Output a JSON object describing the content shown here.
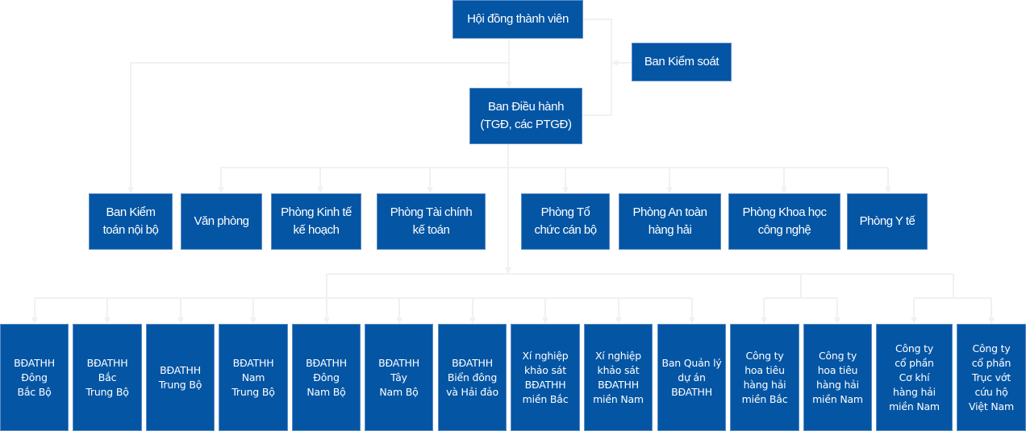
{
  "diagram": {
    "type": "org-chart",
    "colors": {
      "box_fill": "#0455a4",
      "box_text": "#ffffff",
      "connector": "#f0f1f2",
      "background": "#ffffff"
    },
    "top": {
      "board": "Hội đồng thành viên",
      "supervisory": "Ban Kiểm soát",
      "executive": "Ban Điều hành\n(TGĐ, các PTGĐ)"
    },
    "departments": [
      "Ban Kiểm\ntoán nội bộ",
      "Văn phòng",
      "Phòng Kinh tế\nkế hoạch",
      "Phòng Tài chính\nkế toán",
      "Phòng  Tổ\nchức cán bộ",
      "Phòng An toàn\nhàng hải",
      "Phòng Khoa học\ncông nghệ",
      "Phòng Y tế"
    ],
    "units": [
      "BĐATHH\nĐông\nBắc Bộ",
      "BĐATHH\nBắc\nTrung Bộ",
      "BĐATHH\nTrung Bộ",
      "BĐATHH\nNam\nTrung Bộ",
      "BĐATHH\nĐông\nNam Bộ",
      "BĐATHH\nTây\nNam Bộ",
      "BĐATHH\nBiển đông\nvà Hải đảo",
      "Xí nghiệp\nkhảo sát\nBĐATHH\nmiền Bắc",
      "Xí nghiệp\nkhảo sát\nBĐATHH\nmiền Nam",
      "Ban Quản lý\ndự án\nBĐATHH",
      "Công ty\nhoa tiêu\nhàng hải\nmiền Bắc",
      "Công ty\nhoa tiêu\nhàng hải\nmiền Nam",
      "Công ty\ncổ phần\nCơ khí\nhàng hải\nmiền Nam",
      "Công ty\ncổ phần\nTrục vớt\ncứu hộ\nViệt Nam"
    ]
  }
}
